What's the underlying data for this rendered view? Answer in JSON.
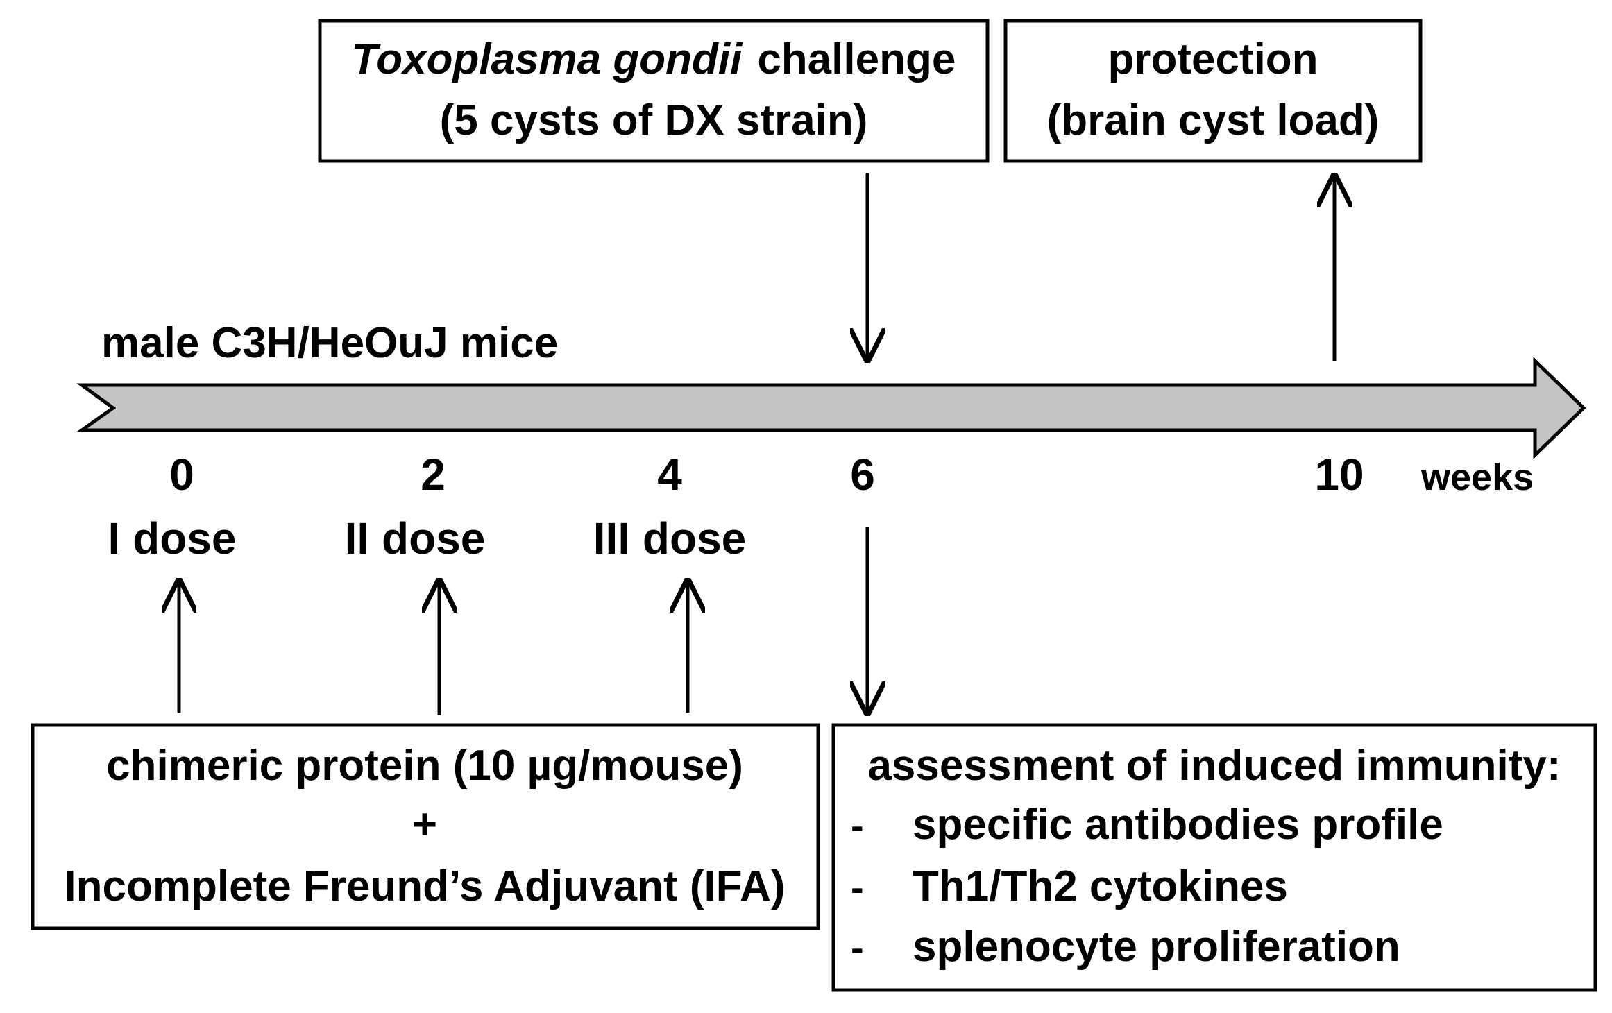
{
  "timeline": {
    "subject": "male C3H/HeOuJ mice",
    "unit": "weeks",
    "ticks": [
      {
        "value": "0",
        "label": "I dose"
      },
      {
        "value": "2",
        "label": "II dose"
      },
      {
        "value": "4",
        "label": "III dose"
      },
      {
        "value": "6",
        "label": ""
      },
      {
        "value": "10",
        "label": ""
      }
    ],
    "arrow_fill": "#c4c4c4"
  },
  "challenge_box": {
    "organism": "Toxoplasma gondii",
    "action": "challenge",
    "detail": "(5 cysts of DX strain)"
  },
  "protection_box": {
    "title": "protection",
    "detail": "(brain cyst load)"
  },
  "vaccine_box": {
    "line1": "chimeric protein  (10 µg/mouse)",
    "line2": "+",
    "line3": "Incomplete Freund’s Adjuvant (IFA)"
  },
  "assessment_box": {
    "title": "assessment of induced immunity:",
    "bullet": "-",
    "items": [
      "specific antibodies profile",
      "Th1/Th2 cytokines",
      "splenocyte proliferation"
    ]
  }
}
